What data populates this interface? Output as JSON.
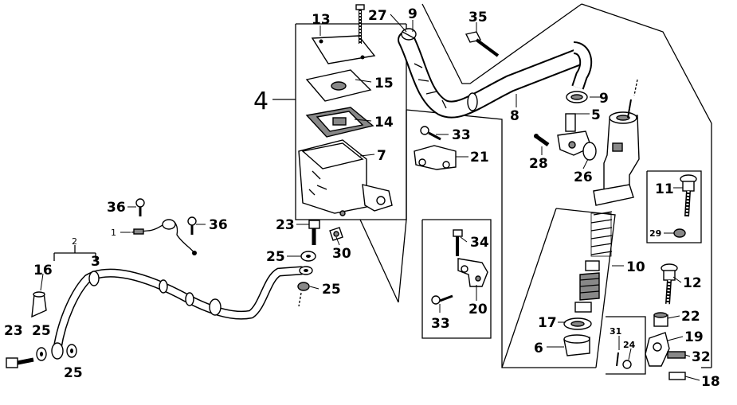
{
  "labels": {
    "l4": "4",
    "l13": "13",
    "l15": "15",
    "l14": "14",
    "l7": "7",
    "l27": "27",
    "l9a": "9",
    "l35": "35",
    "l9b": "9",
    "l5": "5",
    "l8": "8",
    "l33a": "33",
    "l21": "21",
    "l28": "28",
    "l26": "26",
    "l11": "11",
    "l29": "29",
    "l36a": "36",
    "l36b": "36",
    "l1": "1",
    "l23a": "23",
    "l30": "30",
    "l25a": "25",
    "l25b": "25",
    "l34": "34",
    "l20": "20",
    "l33b": "33",
    "l10": "10",
    "l12": "12",
    "l17": "17",
    "l6": "6",
    "l22": "22",
    "l19": "19",
    "l31": "31",
    "l24": "24",
    "l32": "32",
    "l18": "18",
    "l2": "2",
    "l16": "16",
    "l3": "3",
    "l23b": "23",
    "l25c": "25",
    "l25d": "25"
  }
}
